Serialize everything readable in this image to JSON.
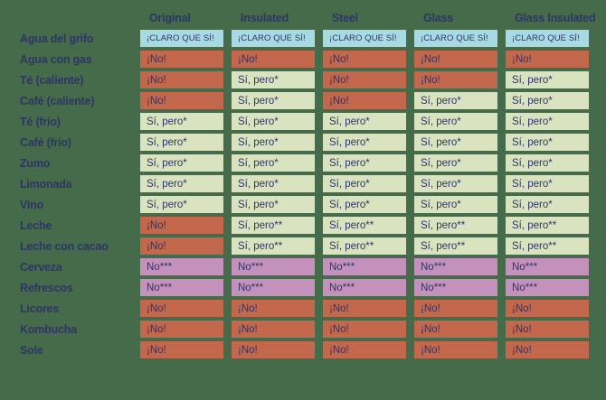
{
  "table": {
    "corner_label": "",
    "columns": [
      {
        "label": "Original"
      },
      {
        "label": "Insulated"
      },
      {
        "label": "Steel"
      },
      {
        "label": "Glass"
      },
      {
        "label": "Glass Insulated"
      }
    ],
    "legend_values": {
      "yes_strong": "¡CLARO QUE SÍ!",
      "no": "¡No!",
      "maybe": "Sí, pero*",
      "maybe2": "Sí, pero**",
      "never": "No***"
    },
    "colors": {
      "background": "#456B4A",
      "text": "#2E3566",
      "yes_strong": "#A8DAE3",
      "no": "#C3684C",
      "maybe": "#D9E3C0",
      "never": "#C491BD"
    },
    "rows": [
      {
        "label": "Agua del grifo",
        "cells": [
          {
            "text": "¡CLARO QUE SÍ!",
            "state": "yes-strong"
          },
          {
            "text": "¡CLARO QUE SÍ!",
            "state": "yes-strong"
          },
          {
            "text": "¡CLARO QUE SÍ!",
            "state": "yes-strong"
          },
          {
            "text": "¡CLARO QUE SÍ!",
            "state": "yes-strong"
          },
          {
            "text": "¡CLARO QUE SÍ!",
            "state": "yes-strong"
          }
        ]
      },
      {
        "label": "Agua con gas",
        "cells": [
          {
            "text": "¡No!",
            "state": "no"
          },
          {
            "text": "¡No!",
            "state": "no"
          },
          {
            "text": "¡No!",
            "state": "no"
          },
          {
            "text": "¡No!",
            "state": "no"
          },
          {
            "text": "¡No!",
            "state": "no"
          }
        ]
      },
      {
        "label": "Té (caliente)",
        "cells": [
          {
            "text": "¡No!",
            "state": "no"
          },
          {
            "text": "Sí, pero*",
            "state": "maybe"
          },
          {
            "text": "¡No!",
            "state": "no"
          },
          {
            "text": "¡No!",
            "state": "no"
          },
          {
            "text": "Sí, pero*",
            "state": "maybe"
          }
        ]
      },
      {
        "label": "Café (caliente)",
        "cells": [
          {
            "text": "¡No!",
            "state": "no"
          },
          {
            "text": "Sí, pero*",
            "state": "maybe"
          },
          {
            "text": "¡No!",
            "state": "no"
          },
          {
            "text": "Sí, pero*",
            "state": "maybe"
          },
          {
            "text": "Sí, pero*",
            "state": "maybe"
          }
        ]
      },
      {
        "label": "Té (frío)",
        "cells": [
          {
            "text": "Sí, pero*",
            "state": "maybe"
          },
          {
            "text": "Sí, pero*",
            "state": "maybe"
          },
          {
            "text": "Sí, pero*",
            "state": "maybe"
          },
          {
            "text": "Sí, pero*",
            "state": "maybe"
          },
          {
            "text": "Sí, pero*",
            "state": "maybe"
          }
        ]
      },
      {
        "label": "Café (frío)",
        "cells": [
          {
            "text": "Sí, pero*",
            "state": "maybe"
          },
          {
            "text": "Sí, pero*",
            "state": "maybe"
          },
          {
            "text": "Sí, pero*",
            "state": "maybe"
          },
          {
            "text": "Sí, pero*",
            "state": "maybe"
          },
          {
            "text": "Sí, pero*",
            "state": "maybe"
          }
        ]
      },
      {
        "label": "Zumo",
        "cells": [
          {
            "text": "Sí, pero*",
            "state": "maybe"
          },
          {
            "text": "Sí, pero*",
            "state": "maybe"
          },
          {
            "text": "Sí, pero*",
            "state": "maybe"
          },
          {
            "text": "Sí, pero*",
            "state": "maybe"
          },
          {
            "text": "Sí, pero*",
            "state": "maybe"
          }
        ]
      },
      {
        "label": "Limonada",
        "cells": [
          {
            "text": "Sí, pero*",
            "state": "maybe"
          },
          {
            "text": "Sí, pero*",
            "state": "maybe"
          },
          {
            "text": "Sí, pero*",
            "state": "maybe"
          },
          {
            "text": "Sí, pero*",
            "state": "maybe"
          },
          {
            "text": "Sí, pero*",
            "state": "maybe"
          }
        ]
      },
      {
        "label": "Vino",
        "cells": [
          {
            "text": "Sí, pero*",
            "state": "maybe"
          },
          {
            "text": "Sí, pero*",
            "state": "maybe"
          },
          {
            "text": "Sí, pero*",
            "state": "maybe"
          },
          {
            "text": "Sí, pero*",
            "state": "maybe"
          },
          {
            "text": "Sí, pero*",
            "state": "maybe"
          }
        ]
      },
      {
        "label": "Leche",
        "cells": [
          {
            "text": "¡No!",
            "state": "no"
          },
          {
            "text": "Sí, pero**",
            "state": "maybe"
          },
          {
            "text": "Sí, pero**",
            "state": "maybe"
          },
          {
            "text": "Sí, pero**",
            "state": "maybe"
          },
          {
            "text": "Sí, pero**",
            "state": "maybe"
          }
        ]
      },
      {
        "label": "Leche con cacao",
        "cells": [
          {
            "text": "¡No!",
            "state": "no"
          },
          {
            "text": "Sí, pero**",
            "state": "maybe"
          },
          {
            "text": "Sí, pero**",
            "state": "maybe"
          },
          {
            "text": "Sí, pero**",
            "state": "maybe"
          },
          {
            "text": "Sí, pero**",
            "state": "maybe"
          }
        ]
      },
      {
        "label": "Cerveza",
        "cells": [
          {
            "text": "No***",
            "state": "never"
          },
          {
            "text": "No***",
            "state": "never"
          },
          {
            "text": "No***",
            "state": "never"
          },
          {
            "text": "No***",
            "state": "never"
          },
          {
            "text": "No***",
            "state": "never"
          }
        ]
      },
      {
        "label": "Refrescos",
        "cells": [
          {
            "text": "No***",
            "state": "never"
          },
          {
            "text": "No***",
            "state": "never"
          },
          {
            "text": "No***",
            "state": "never"
          },
          {
            "text": "No***",
            "state": "never"
          },
          {
            "text": "No***",
            "state": "never"
          }
        ]
      },
      {
        "label": "Licores",
        "cells": [
          {
            "text": "¡No!",
            "state": "no"
          },
          {
            "text": "¡No!",
            "state": "no"
          },
          {
            "text": "¡No!",
            "state": "no"
          },
          {
            "text": "¡No!",
            "state": "no"
          },
          {
            "text": "¡No!",
            "state": "no"
          }
        ]
      },
      {
        "label": "Kombucha",
        "cells": [
          {
            "text": "¡No!",
            "state": "no"
          },
          {
            "text": "¡No!",
            "state": "no"
          },
          {
            "text": "¡No!",
            "state": "no"
          },
          {
            "text": "¡No!",
            "state": "no"
          },
          {
            "text": "¡No!",
            "state": "no"
          }
        ]
      },
      {
        "label": "Sole",
        "cells": [
          {
            "text": "¡No!",
            "state": "no"
          },
          {
            "text": "¡No!",
            "state": "no"
          },
          {
            "text": "¡No!",
            "state": "no"
          },
          {
            "text": "¡No!",
            "state": "no"
          },
          {
            "text": "¡No!",
            "state": "no"
          }
        ]
      }
    ]
  }
}
